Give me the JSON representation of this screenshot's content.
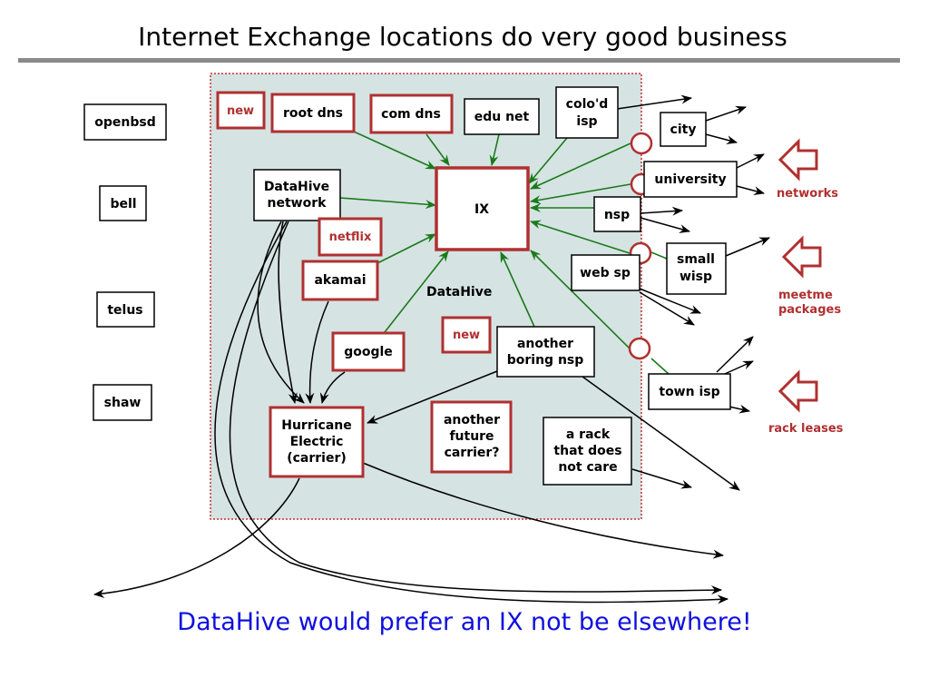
{
  "title": "Internet Exchange locations do very good business",
  "footer": "DataHive would prefer an IX not be elsewhere!",
  "region_label": "DataHive",
  "nodes": {
    "openbsd": "openbsd",
    "bell": "bell",
    "telus": "telus",
    "shaw": "shaw",
    "new1": "new",
    "root_dns": "root dns",
    "com_dns": "com dns",
    "edu_net": "edu net",
    "colod_isp_1": "colo'd",
    "colod_isp_2": "isp",
    "datahive_net_1": "DataHive",
    "datahive_net_2": "network",
    "ix": "IX",
    "netflix": "netflix",
    "akamai": "akamai",
    "google": "google",
    "new2": "new",
    "another_boring_nsp_1": "another",
    "another_boring_nsp_2": "boring nsp",
    "hurricane_1": "Hurricane",
    "hurricane_2": "Electric",
    "hurricane_3": "(carrier)",
    "future_carrier_1": "another",
    "future_carrier_2": "future",
    "future_carrier_3": "carrier?",
    "rack_1": "a rack",
    "rack_2": "that does",
    "rack_3": "not care",
    "city": "city",
    "university": "university",
    "nsp": "nsp",
    "web_sp": "web sp",
    "small_wisp_1": "small",
    "small_wisp_2": "wisp",
    "town_isp": "town isp"
  },
  "side_labels": {
    "networks": "networks",
    "meetme_1": "meetme",
    "meetme_2": "packages",
    "rack_leases": "rack leases"
  },
  "colors": {
    "accent_red": "#b03030",
    "arrow_green": "#1a7a1a",
    "region_fill": "#d6e3e3",
    "footer_blue": "#1010dd"
  }
}
